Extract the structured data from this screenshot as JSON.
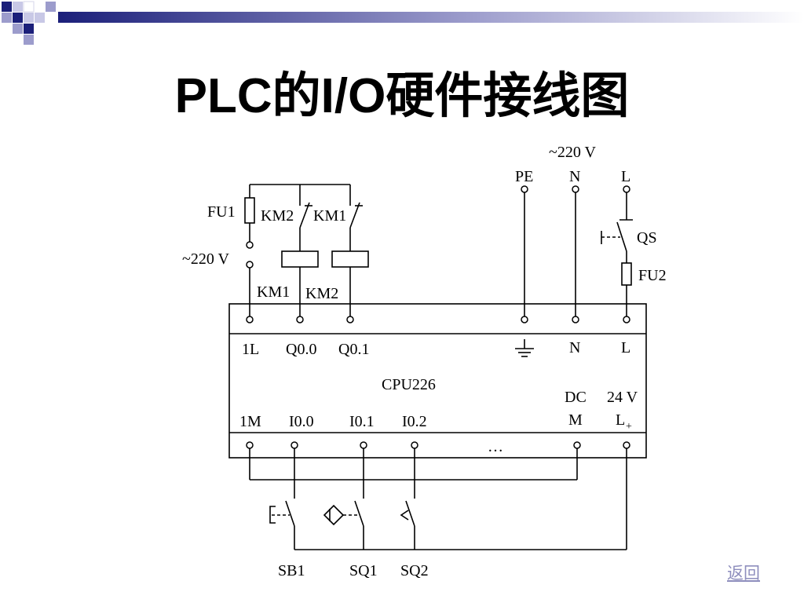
{
  "slide": {
    "title": "PLC的I/O硬件接线图",
    "return_link": "返回"
  },
  "colors": {
    "accent": "#1b1f7a",
    "accent_light": "#9c9ccc",
    "link": "#8e8ebd",
    "lines": "#000000"
  },
  "diagram": {
    "supply_top": {
      "voltage": "~220 V",
      "pe": "PE",
      "n": "N",
      "l": "L"
    },
    "switch_qs": "QS",
    "fuse_fu2": "FU2",
    "fuse_fu1": "FU1",
    "contact_km2": "KM2",
    "contact_km1": "KM1",
    "supply_left": "~220 V",
    "coil_km1": "KM1",
    "coil_km2": "KM2",
    "cpu": {
      "model": "CPU226",
      "out_1l": "1L",
      "out_q00": "Q0.0",
      "out_q01": "Q0.1",
      "pwr_n": "N",
      "pwr_l": "L",
      "in_1m": "1M",
      "in_i00": "I0.0",
      "in_i01": "I0.1",
      "in_i02": "I0.2",
      "dc_label": "DC",
      "dc_voltage": "24 V",
      "dc_m": "M",
      "dc_lplus": "L",
      "dc_lplus_sub": "+",
      "ellipsis": "…"
    },
    "sb1": "SB1",
    "sq1": "SQ1",
    "sq2": "SQ2"
  }
}
